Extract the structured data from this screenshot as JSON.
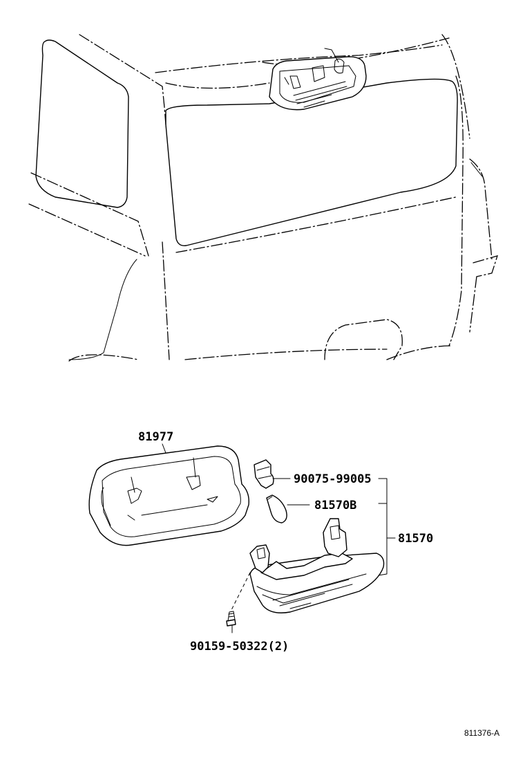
{
  "parts": {
    "cover": "81977",
    "socket": "90075-99005",
    "bulb": "81570B",
    "lamp_assembly": "81570",
    "screw": "90159-50322(2)"
  },
  "figure_ref": "811376-A"
}
